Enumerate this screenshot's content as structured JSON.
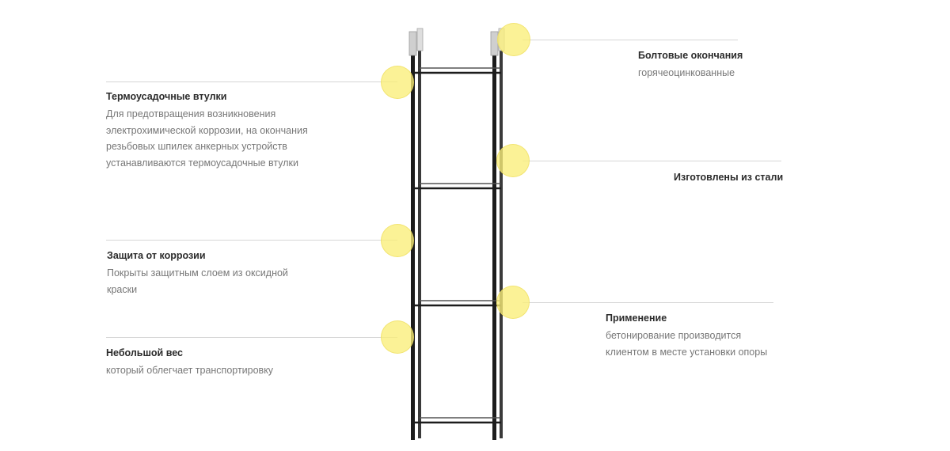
{
  "callouts": {
    "bolt_ends": {
      "title": "Болтовые окончания",
      "desc": "горячеоцинкованные"
    },
    "heat_shrink": {
      "title": "Термоусадочные втулки",
      "desc": "Для предотвращения возникновения электрохимической коррозии, на окончания резьбовых шпилек анкерных устройств устанавливаются термоусадочные втулки"
    },
    "steel": {
      "title": "Изготовлены из стали",
      "desc": ""
    },
    "corrosion": {
      "title": "Защита от коррозии",
      "desc": "Покрыты защитным слоем из оксидной краски"
    },
    "usage": {
      "title": "Применение",
      "desc": "бетонирование производится клиентом в месте установки опоры"
    },
    "light_weight": {
      "title": "Небольшой вес",
      "desc": "который облегчает транспортировку"
    }
  },
  "colors": {
    "marker": "#f7ea7a",
    "leader_line": "#d6d6d6",
    "rod": "#1c1c1c",
    "sleeve": "#c9c9c9"
  }
}
